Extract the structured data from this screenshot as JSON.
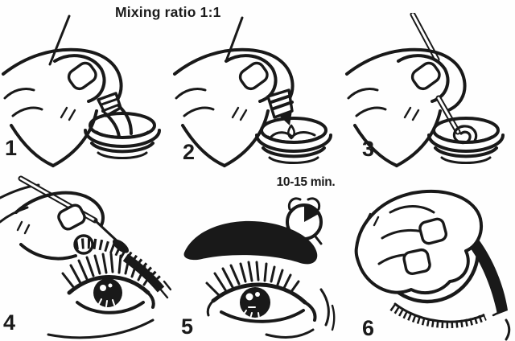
{
  "page": {
    "background_color": "#fefefe",
    "ink_color": "#191919",
    "kind": "instruction-sheet"
  },
  "title": "Mixing ratio 1:1",
  "timer": {
    "label": "10-15 min.",
    "icon": "alarm-clock"
  },
  "steps": [
    {
      "number": "1",
      "illustration": "hand-squeezing-cream-tube-into-mixing-dish"
    },
    {
      "number": "2",
      "illustration": "hand-dripping-developer-bottle-into-mixing-dish"
    },
    {
      "number": "3",
      "illustration": "hand-stirring-mixture-with-stick"
    },
    {
      "number": "4",
      "illustration": "applying-tint-to-eyebrow-with-applicator-stick"
    },
    {
      "number": "5",
      "illustration": "tinted-eyebrow-waiting-with-alarm-clock"
    },
    {
      "number": "6",
      "illustration": "wiping-eyebrow-with-cotton-pad"
    }
  ]
}
